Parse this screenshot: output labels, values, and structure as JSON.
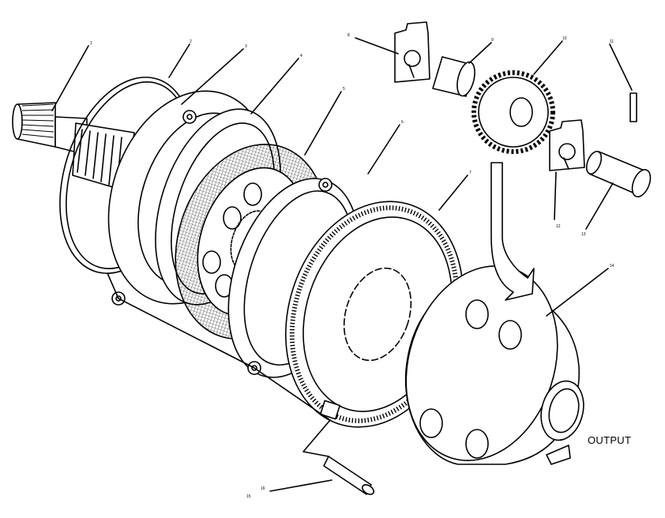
{
  "diagram": {
    "output_label": "OUTPUT",
    "callouts": [
      "1",
      "2",
      "3",
      "4",
      "5",
      "6",
      "7",
      "8",
      "9",
      "10",
      "11",
      "12",
      "13",
      "14",
      "15",
      "16"
    ],
    "parts": [
      "input-shaft",
      "o-ring-seal",
      "piston-housing",
      "clutch-piston",
      "friction-disc",
      "carrier-plate",
      "ring-gear",
      "retainer-clip-upper",
      "bearing-sleeve",
      "planet-gear",
      "roll-pin-small",
      "retainer-clip-lower",
      "planet-shaft",
      "planet-carrier-hub",
      "dowel-pin"
    ]
  }
}
